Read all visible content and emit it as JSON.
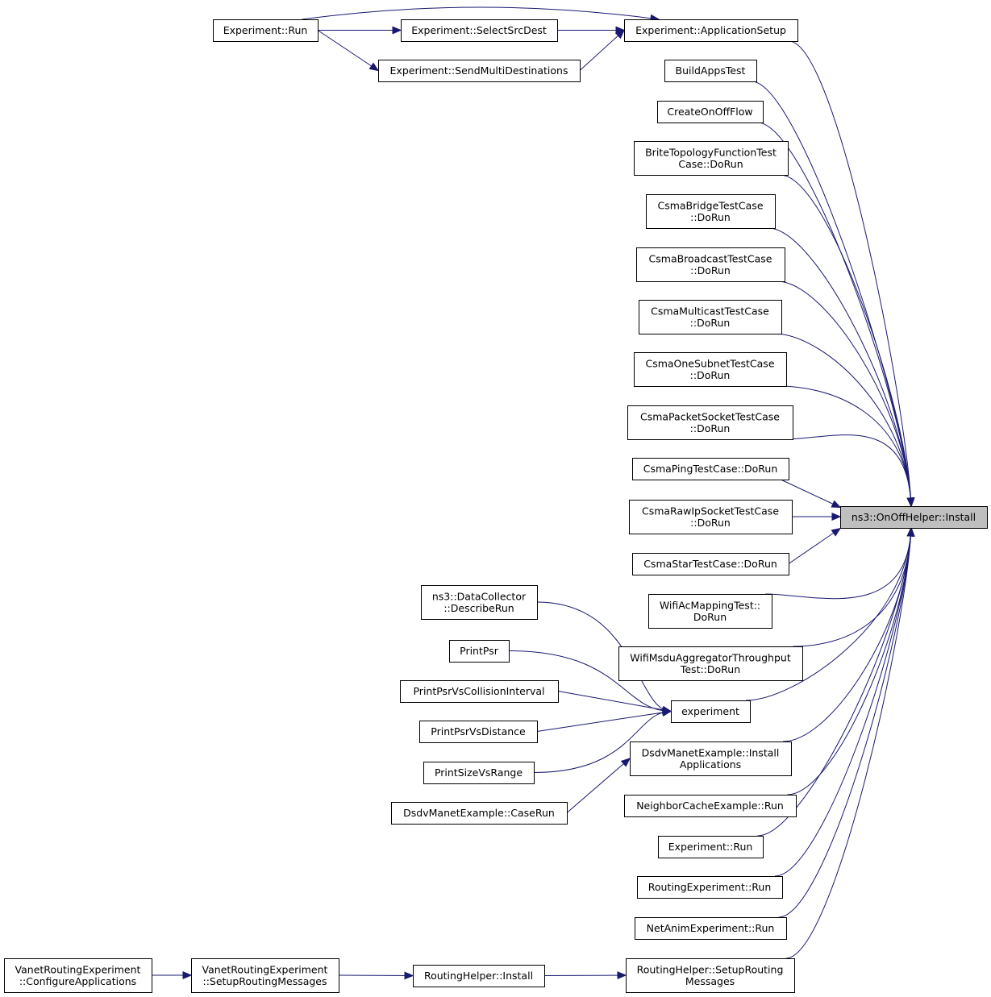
{
  "graph": {
    "edge_color": "#191970",
    "highlight_fill": "#bfbfbf",
    "target": "ns3::OnOffHelper::Install",
    "nodes": {
      "target": [
        "ns3::OnOffHelper::Install"
      ],
      "exp_run_top": [
        "Experiment::Run"
      ],
      "select_src": [
        "Experiment::SelectSrcDest"
      ],
      "app_setup": [
        "Experiment::ApplicationSetup"
      ],
      "send_multi": [
        "Experiment::SendMultiDestinations"
      ],
      "build_apps": [
        "BuildAppsTest"
      ],
      "create_onoff": [
        "CreateOnOffFlow"
      ],
      "brite": [
        "BriteTopologyFunctionTest",
        "Case::DoRun"
      ],
      "csma_bridge": [
        "CsmaBridgeTestCase",
        "::DoRun"
      ],
      "csma_broadcast": [
        "CsmaBroadcastTestCase",
        "::DoRun"
      ],
      "csma_multicast": [
        "CsmaMulticastTestCase",
        "::DoRun"
      ],
      "csma_onesubnet": [
        "CsmaOneSubnetTestCase",
        "::DoRun"
      ],
      "csma_packetsocket": [
        "CsmaPacketSocketTestCase",
        "::DoRun"
      ],
      "csma_ping": [
        "CsmaPingTestCase::DoRun"
      ],
      "csma_rawip": [
        "CsmaRawIpSocketTestCase",
        "::DoRun"
      ],
      "csma_star": [
        "CsmaStarTestCase::DoRun"
      ],
      "wifi_ac": [
        "WifiAcMappingTest::",
        "DoRun"
      ],
      "wifi_msdu": [
        "WifiMsduAggregatorThroughput",
        "Test::DoRun"
      ],
      "data_collector": [
        "ns3::DataCollector",
        "::DescribeRun"
      ],
      "print_psr": [
        "PrintPsr"
      ],
      "print_psr_ci": [
        "PrintPsrVsCollisionInterval"
      ],
      "print_psr_dist": [
        "PrintPsrVsDistance"
      ],
      "print_size": [
        "PrintSizeVsRange"
      ],
      "experiment": [
        "experiment"
      ],
      "dsdv_install": [
        "DsdvManetExample::Install",
        "Applications"
      ],
      "dsdv_caserun": [
        "DsdvManetExample::CaseRun"
      ],
      "neighbor": [
        "NeighborCacheExample::Run"
      ],
      "exp_run_2": [
        "Experiment::Run"
      ],
      "routing_exp": [
        "RoutingExperiment::Run"
      ],
      "netanim": [
        "NetAnimExperiment::Run"
      ],
      "vanet_config": [
        "VanetRoutingExperiment",
        "::ConfigureApplications"
      ],
      "vanet_setup": [
        "VanetRoutingExperiment",
        "::SetupRoutingMessages"
      ],
      "routing_install": [
        "RoutingHelper::Install"
      ],
      "routing_setup": [
        "RoutingHelper::SetupRouting",
        "Messages"
      ]
    },
    "edges": [
      [
        "exp_run_top",
        "select_src"
      ],
      [
        "exp_run_top",
        "app_setup"
      ],
      [
        "exp_run_top",
        "send_multi"
      ],
      [
        "select_src",
        "app_setup"
      ],
      [
        "send_multi",
        "app_setup"
      ],
      [
        "app_setup",
        "target"
      ],
      [
        "build_apps",
        "target"
      ],
      [
        "create_onoff",
        "target"
      ],
      [
        "brite",
        "target"
      ],
      [
        "csma_bridge",
        "target"
      ],
      [
        "csma_broadcast",
        "target"
      ],
      [
        "csma_multicast",
        "target"
      ],
      [
        "csma_onesubnet",
        "target"
      ],
      [
        "csma_packetsocket",
        "target"
      ],
      [
        "csma_ping",
        "target"
      ],
      [
        "csma_rawip",
        "target"
      ],
      [
        "csma_star",
        "target"
      ],
      [
        "wifi_ac",
        "target"
      ],
      [
        "wifi_msdu",
        "target"
      ],
      [
        "data_collector",
        "experiment"
      ],
      [
        "print_psr",
        "experiment"
      ],
      [
        "print_psr_ci",
        "experiment"
      ],
      [
        "print_psr_dist",
        "experiment"
      ],
      [
        "print_size",
        "experiment"
      ],
      [
        "experiment",
        "target"
      ],
      [
        "dsdv_caserun",
        "dsdv_install"
      ],
      [
        "dsdv_install",
        "target"
      ],
      [
        "neighbor",
        "target"
      ],
      [
        "exp_run_2",
        "target"
      ],
      [
        "routing_exp",
        "target"
      ],
      [
        "netanim",
        "target"
      ],
      [
        "vanet_config",
        "vanet_setup"
      ],
      [
        "vanet_setup",
        "routing_install"
      ],
      [
        "routing_install",
        "routing_setup"
      ],
      [
        "routing_setup",
        "target"
      ]
    ]
  }
}
